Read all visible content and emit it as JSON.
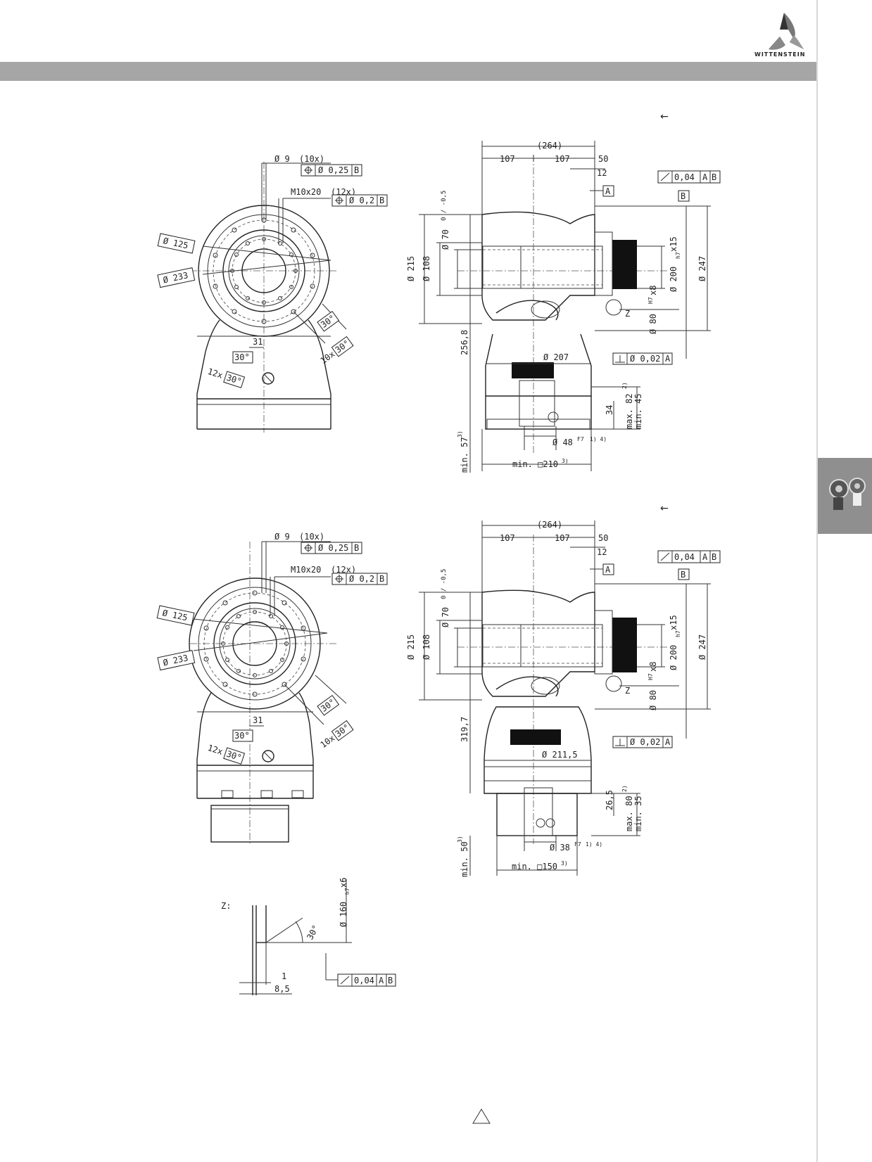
{
  "brand": {
    "name": "WITTENSTEIN"
  },
  "colors": {
    "header_bar": "#a6a6a6",
    "side_tab": "#8f8f8f",
    "ink": "#222222"
  },
  "icons": {
    "logo": "wittenstein-logo-icon",
    "side_tab": "gearbox-thumbnail-icon",
    "arrow": "arrow-left-icon",
    "footer": "triangle-icon"
  },
  "drawing1": {
    "front": {
      "hole_dia": "Ø 9",
      "hole_count": "(10x)",
      "pos_tol_1": "Ø 0,25",
      "datum_b": "B",
      "thread": "M10x20",
      "thread_count": "(12x)",
      "pos_tol_2": "Ø 0,2",
      "dia_125": "Ø 125",
      "dia_233": "Ø 233",
      "angle_30": "30°",
      "angle_10x": "10x",
      "angle_10x_val": "30°",
      "offset_31": "31",
      "angle_30b": "30°",
      "angle_12x": "12x",
      "angle_12x_val": "30°"
    },
    "side": {
      "overall": "(264)",
      "d107a": "107",
      "d107b": "107",
      "d50": "50",
      "d12": "12",
      "datum_a": "A",
      "datum_b": "B",
      "runout": "0,04",
      "runout_ref_a": "A",
      "runout_ref_b": "B",
      "dia_70": "Ø 70",
      "dia_70_tol": "0 / -0,5",
      "dia_215": "Ø 215",
      "dia_108": "Ø 108",
      "dia_200": "Ø 200",
      "dia_200_fit": "h7",
      "dia_200_suffix": "x15",
      "dia_247": "Ø 247",
      "dia_80": "Ø 80",
      "dia_80_fit": "H7",
      "dia_80_suffix": "x8",
      "z_label": "Z",
      "height": "256,8",
      "perp": "Ø 0,02",
      "perp_ref": "A",
      "dia_207": "Ø 207",
      "max_label": "max. 82",
      "max_note": "2)",
      "min_label": "min. 45",
      "d34": "34",
      "dia_48": "Ø 48",
      "dia_48_fit": "F7",
      "dia_48_note": "1) 4)",
      "min_57": "min. 57",
      "min_57_note": "3)",
      "min_sq": "min. □210",
      "min_sq_note": "3)"
    }
  },
  "drawing2": {
    "front": {
      "hole_dia": "Ø 9",
      "hole_count": "(10x)",
      "pos_tol_1": "Ø 0,25",
      "datum_b": "B",
      "thread": "M10x20",
      "thread_count": "(12x)",
      "pos_tol_2": "Ø 0,2",
      "dia_125": "Ø 125",
      "dia_233": "Ø 233",
      "angle_30": "30°",
      "angle_10x": "10x",
      "angle_10x_val": "30°",
      "offset_31": "31",
      "angle_30b": "30°",
      "angle_12x": "12x",
      "angle_12x_val": "30°"
    },
    "side": {
      "overall": "(264)",
      "d107a": "107",
      "d107b": "107",
      "d50": "50",
      "d12": "12",
      "datum_a": "A",
      "datum_b": "B",
      "runout": "0,04",
      "runout_ref_a": "A",
      "runout_ref_b": "B",
      "dia_70": "Ø 70",
      "dia_70_tol": "0 / -0,5",
      "dia_215": "Ø 215",
      "dia_108": "Ø 108",
      "dia_200": "Ø 200",
      "dia_200_fit": "h7",
      "dia_200_suffix": "x15",
      "dia_247": "Ø 247",
      "dia_80": "Ø 80",
      "dia_80_fit": "H7",
      "dia_80_suffix": "x8",
      "z_label": "Z",
      "height": "319,7",
      "perp": "Ø 0,02",
      "perp_ref": "A",
      "dia_211": "Ø 211,5",
      "d26": "26,5",
      "max_label": "max. 80",
      "max_note": "2)",
      "min_label": "min. 35",
      "dia_38": "Ø 38",
      "dia_38_fit": "F7",
      "dia_38_note": "1) 4)",
      "min_50": "min. 50",
      "min_50_note": "3)",
      "min_sq": "min. □150",
      "min_sq_note": "3)"
    }
  },
  "detail_z": {
    "label": "Z:",
    "dia_160": "Ø 160",
    "dia_160_fit": "h7",
    "dia_160_suffix": "x6",
    "angle": "30°",
    "d1": "1",
    "d85": "8,5",
    "runout": "0,04",
    "ref_a": "A",
    "ref_b": "B"
  }
}
